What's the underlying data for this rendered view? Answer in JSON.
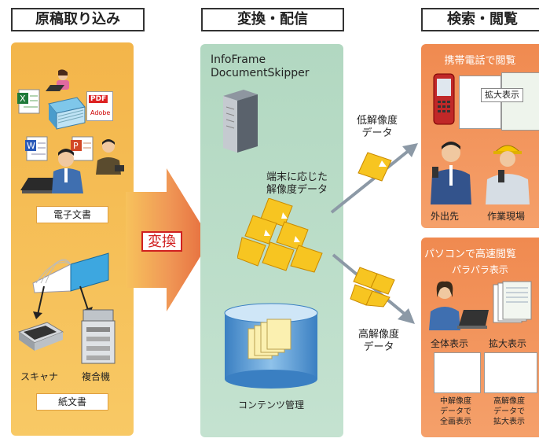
{
  "headers": {
    "intake": "原稿取り込み",
    "convert": "変換・配信",
    "browse": "検索・閲覧"
  },
  "intake": {
    "electronic_docs": "電子文書",
    "scanner": "スキャナ",
    "multifunction": "複合機",
    "paper_docs": "紙文書",
    "pdf_badge": "PDF",
    "adobe_label": "Adobe"
  },
  "convert_arrow": "変換",
  "server": {
    "name_line1": "InfoFrame",
    "name_line2": "DocumentSkipper",
    "device_res_line1": "端末に応じた",
    "device_res_line2": "解像度データ",
    "storage_label": "コンテンツ管理"
  },
  "outputs": {
    "low_line1": "低解像度",
    "low_line2": "データ",
    "high_line1": "高解像度",
    "high_line2": "データ"
  },
  "mobile": {
    "title": "携帯電話で閲覧",
    "zoom_tag": "拡大表示",
    "out_of_office": "外出先",
    "work_site": "作業現場"
  },
  "pc": {
    "title": "パソコンで高速閲覧",
    "flip": "パラパラ表示",
    "full_view": "全体表示",
    "zoom_view": "拡大表示",
    "mid_line1": "中解像度",
    "mid_line2": "データで",
    "mid_line3": "全画表示",
    "high_line1": "高解像度",
    "high_line2": "データで",
    "high_line3": "拡大表示"
  },
  "colors": {
    "intake_panel": "#f6b949",
    "convert_panel": "#b7dcc6",
    "browse_panel": "#f18e57",
    "arrow": "#8c99a6"
  }
}
